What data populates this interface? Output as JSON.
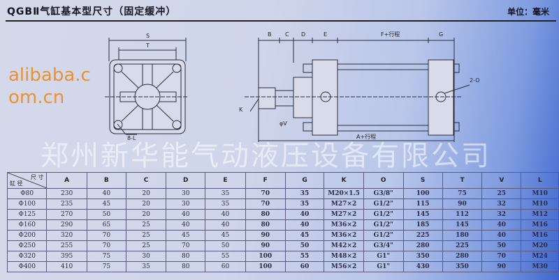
{
  "title": "QGBⅡ气缸基本型尺寸（固定缓冲）",
  "unit": "单位：毫米",
  "drawing_labels": {
    "S": "S",
    "T": "T",
    "L": "8-L",
    "B": "B",
    "C": "C",
    "D": "D",
    "E": "E",
    "F": "F+行程",
    "G": "G",
    "O": "2-O",
    "K": "K",
    "V": "φV",
    "A": "A+行程"
  },
  "watermark": "郑州新华能气动液压设备有限公司",
  "site_watermark": "alibaba.com.cn",
  "table": {
    "corner_top": "尺 寸",
    "corner_bottom": "缸 径",
    "headers": [
      "A",
      "B",
      "C",
      "D",
      "E",
      "F",
      "G",
      "K",
      "O",
      "S",
      "T",
      "V",
      "L"
    ],
    "rows": [
      [
        "Φ80",
        "230",
        "40",
        "20",
        "30",
        "35",
        "70",
        "35",
        "M20×1.5",
        "G3/8\"",
        "100",
        "75",
        "25",
        "M10"
      ],
      [
        "Φ100",
        "235",
        "45",
        "20",
        "30",
        "35",
        "70",
        "35",
        "M27×2",
        "G1/2\"",
        "115",
        "90",
        "32",
        "M10"
      ],
      [
        "Φ125",
        "270",
        "50",
        "20",
        "40",
        "40",
        "80",
        "40",
        "M27×2",
        "G1/2\"",
        "145",
        "112",
        "32",
        "M12"
      ],
      [
        "Φ160",
        "290",
        "65",
        "25",
        "40",
        "40",
        "80",
        "40",
        "M36×2",
        "G1/2\"",
        "185",
        "145",
        "40",
        "M16"
      ],
      [
        "Φ200",
        "320",
        "70",
        "25",
        "45",
        "45",
        "90",
        "45",
        "M36×2",
        "G1/2\"",
        "225",
        "180",
        "40",
        "M16"
      ],
      [
        "Φ250",
        "255",
        "70",
        "25",
        "70",
        "50",
        "90",
        "50",
        "M42×2",
        "G3/4\"",
        "280",
        "225",
        "50",
        "M20"
      ],
      [
        "Φ320",
        "395",
        "75",
        "30",
        "80",
        "55",
        "100",
        "55",
        "M48×2",
        "G1\"",
        "350",
        "280",
        "70",
        "M24"
      ],
      [
        "Φ400",
        "410",
        "75",
        "35",
        "80",
        "60",
        "100",
        "60",
        "M56×2",
        "G1\"",
        "430",
        "350",
        "90",
        "M30"
      ]
    ]
  }
}
